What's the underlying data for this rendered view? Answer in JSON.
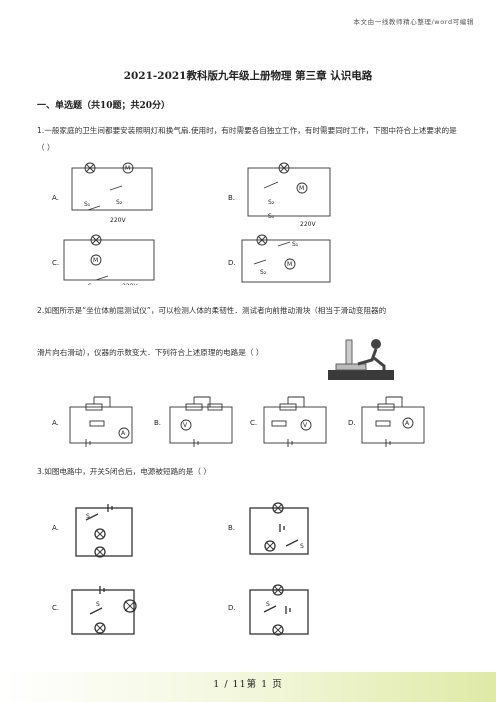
{
  "header": {
    "watermark": "本文由一线教师精心整理/word可编辑"
  },
  "doc": {
    "title": "2021-2021教科版九年级上册物理 第三章 认识电路",
    "section": "一、单选题（共10题；共20分）"
  },
  "questions": [
    {
      "text": "1.一般家庭的卫生间都要安装照明灯和换气扇.使用时，有时需要各自独立工作，有时需要同时工作，下图中符合上述要求的是（    ）",
      "options": [
        "A.",
        "B.",
        "C.",
        "D."
      ],
      "labels": {
        "s1": "S₁",
        "s2": "S₂",
        "m": "M",
        "v220": "220V",
        "s": "S"
      }
    },
    {
      "text_line1": "2.如图所示是“坐位体前屈测试仪”，可以检测人体的柔韧性．测试者向前推动滑块（相当于滑动变阻器的",
      "text_line2": "滑片向右滑动），仪器的示数变大．下列符合上述原理的电路是（    ）",
      "options": [
        "A.",
        "B.",
        "C.",
        "D."
      ],
      "meters": {
        "a": "A",
        "v": "V"
      }
    },
    {
      "text": "3.如图电路中，开关S闭合后，电源被短路的是（    ）",
      "options": [
        "A.",
        "B.",
        "C.",
        "D."
      ],
      "labels": {
        "s": "S"
      }
    }
  ],
  "footer": {
    "page_info": "1  /  11第  1  页"
  }
}
